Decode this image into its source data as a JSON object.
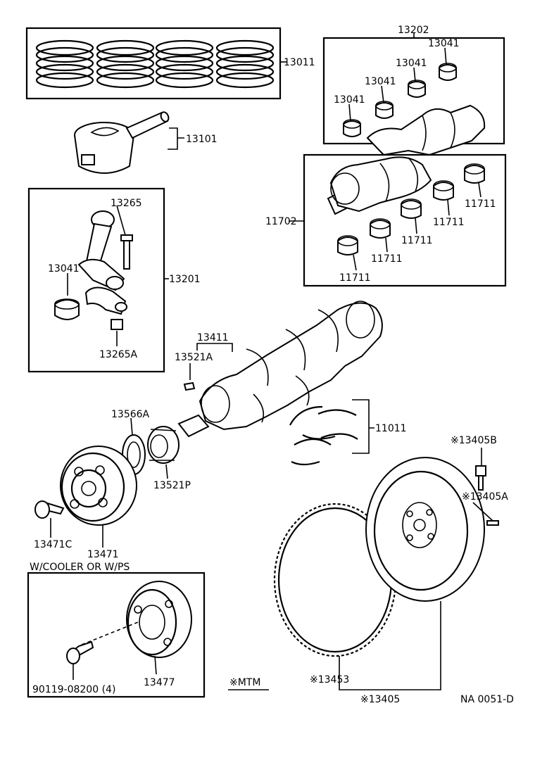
{
  "labels": {
    "p13011": "13011",
    "p13101": "13101",
    "p13202": "13202",
    "p13041_a": "13041",
    "p13041_b": "13041",
    "p13041_c": "13041",
    "p13041_d": "13041",
    "p11702": "11702",
    "p11711_a": "11711",
    "p11711_b": "11711",
    "p11711_c": "11711",
    "p11711_d": "11711",
    "p11711_e": "11711",
    "p13265": "13265",
    "p13041_rod": "13041",
    "p13201": "13201",
    "p13265A": "13265A",
    "p13411": "13411",
    "p13521A": "13521A",
    "p13566A": "13566A",
    "p11011": "11011",
    "p13521P": "13521P",
    "p13405B": "※13405B",
    "p13405A": "※13405A",
    "p13471C": "13471C",
    "p13471": "13471",
    "wcooler": "W/COOLER OR W/PS",
    "p90119": "90119-08200 (4)",
    "p13477": "13477",
    "mtm": "※MTM",
    "p13453": "※13453",
    "p13405": "※13405",
    "catalog": "NA 0051-D"
  }
}
